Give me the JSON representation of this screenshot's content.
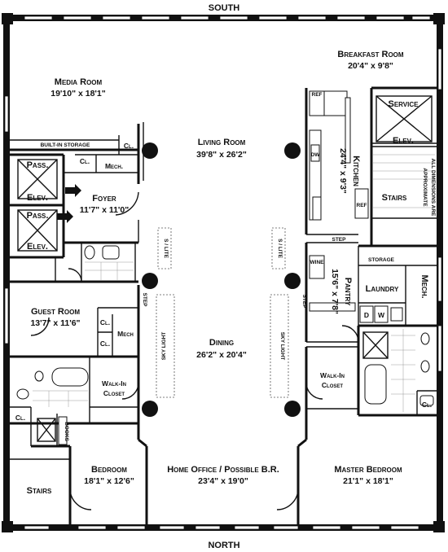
{
  "compass": {
    "south": "SOUTH",
    "north": "NORTH"
  },
  "rooms": {
    "breakfast": {
      "name": "Breakfast Room",
      "dims": "20'4\" x 9'8\""
    },
    "media": {
      "name": "Media Room",
      "dims": "19'10\" x 18'1\""
    },
    "living": {
      "name": "Living Room",
      "dims": "39'8\" x 26'2\""
    },
    "kitchen": {
      "name": "Kitchen",
      "dims": "24'4\" x 9'3\""
    },
    "foyer": {
      "name": "Foyer",
      "dims": "11'7\" x 11'0\""
    },
    "pantry": {
      "name": "Pantry",
      "dims": "15'6\" x 7'8\""
    },
    "guest": {
      "name": "Guest Room",
      "dims": "13'7\" x 11'6\""
    },
    "dining": {
      "name": "Dining",
      "dims": "26'2\" x 20'4\""
    },
    "bedroom": {
      "name": "Bedroom",
      "dims": "18'1\" x 12'6\""
    },
    "office": {
      "name": "Home Office / Possible B.R.",
      "dims": "23'4\" x 19'0\""
    },
    "master": {
      "name": "Master Bedroom",
      "dims": "21'1\" x 18'1\""
    }
  },
  "labels": {
    "service": "Service",
    "elev": "Elev.",
    "pass": "Pass.",
    "stairs": "Stairs",
    "laundry": "Laundry",
    "mech": "Mech.",
    "mech_short": "Mech",
    "cl": "Cl.",
    "walkin_line1": "Walk-In",
    "walkin_line2": "Closet",
    "built_in_storage": "BUILT-IN STORAGE",
    "storage": "STORAGE",
    "wine": "WINE",
    "ref": "REF",
    "dw": "DW",
    "d": "D",
    "w": "W",
    "step": "STEP",
    "books": "BOOKS",
    "sky_light": "SKY LIGHT",
    "s_lite": "S / LITE",
    "note_line1": "ALL DIMENSIONS ARE",
    "note_line2": "APPROXIMATE"
  }
}
